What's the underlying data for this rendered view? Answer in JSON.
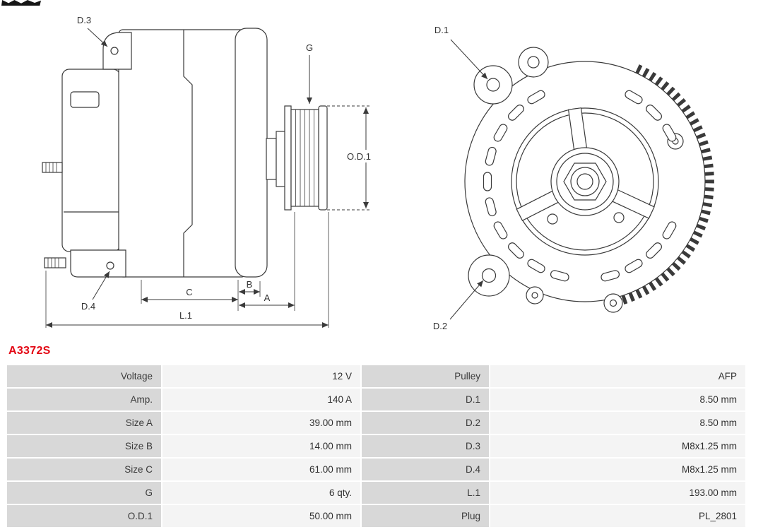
{
  "part_number": "A3372S",
  "colors": {
    "part_number_red": "#e30613",
    "label_cell_bg": "#d8d8d8",
    "value_cell_bg": "#f4f4f4",
    "line_color": "#3a3a3a"
  },
  "diagram": {
    "side": {
      "d3": "D.3",
      "g": "G",
      "od1": "O.D.1",
      "d4": "D.4",
      "c": "C",
      "b": "B",
      "a": "A",
      "l1": "L.1"
    },
    "front": {
      "d1": "D.1",
      "d2": "D.2"
    }
  },
  "spec_table": {
    "rows": [
      {
        "label_left": "Voltage",
        "value_left": "12 V",
        "label_right": "Pulley",
        "value_right": "AFP"
      },
      {
        "label_left": "Amp.",
        "value_left": "140 A",
        "label_right": "D.1",
        "value_right": "8.50 mm"
      },
      {
        "label_left": "Size A",
        "value_left": "39.00 mm",
        "label_right": "D.2",
        "value_right": "8.50 mm"
      },
      {
        "label_left": "Size B",
        "value_left": "14.00 mm",
        "label_right": "D.3",
        "value_right": "M8x1.25 mm"
      },
      {
        "label_left": "Size C",
        "value_left": "61.00 mm",
        "label_right": "D.4",
        "value_right": "M8x1.25 mm"
      },
      {
        "label_left": "G",
        "value_left": "6 qty.",
        "label_right": "L.1",
        "value_right": "193.00 mm"
      },
      {
        "label_left": "O.D.1",
        "value_left": "50.00 mm",
        "label_right": "Plug",
        "value_right": "PL_2801"
      }
    ]
  }
}
